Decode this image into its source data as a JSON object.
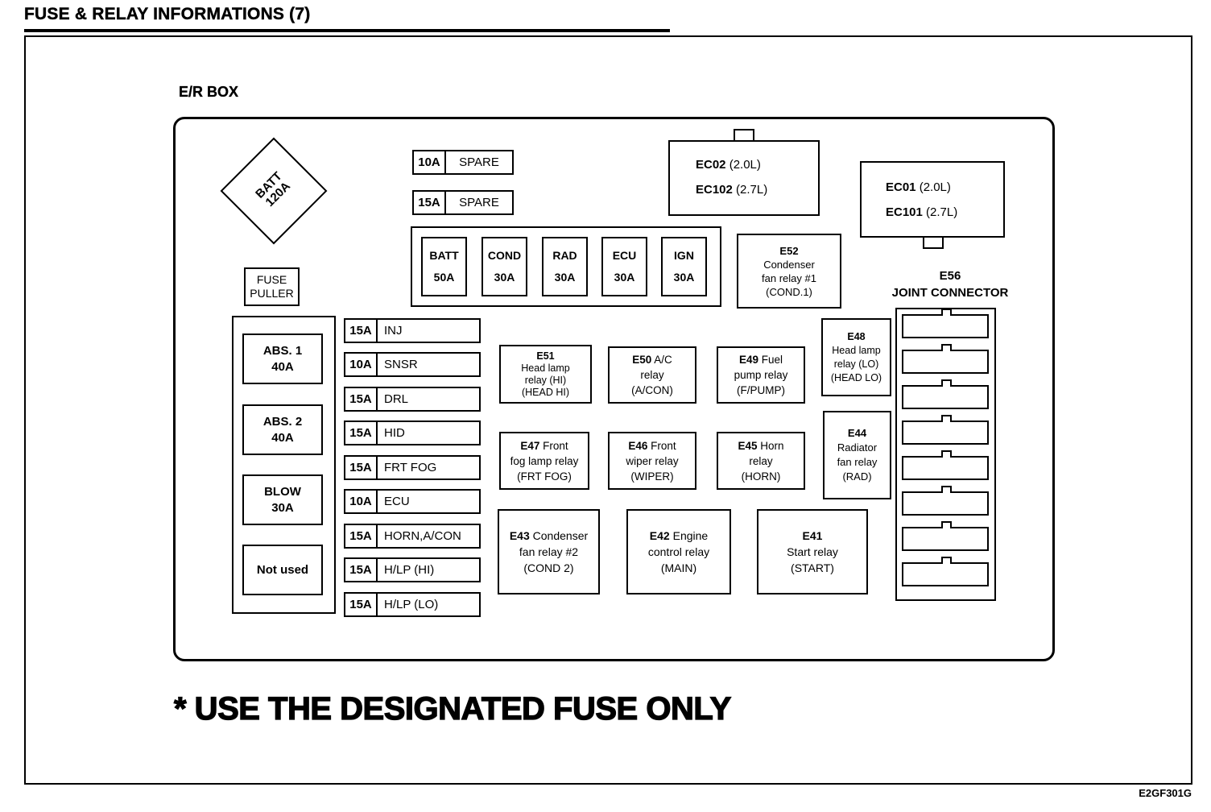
{
  "page": {
    "title": "FUSE & RELAY INFORMATIONS (7)",
    "er_box_label": "E/R BOX",
    "warning": "* USE THE DESIGNATED FUSE ONLY",
    "doc_code": "E2GF301G"
  },
  "batt_fuse": {
    "name": "BATT",
    "amp": "120A"
  },
  "fuse_puller": {
    "line1": "FUSE",
    "line2": "PULLER"
  },
  "spare_fuses": [
    {
      "amp": "10A",
      "label": "SPARE"
    },
    {
      "amp": "15A",
      "label": "SPARE"
    }
  ],
  "main_fuse_row": [
    {
      "name": "BATT",
      "amp": "50A"
    },
    {
      "name": "COND",
      "amp": "30A"
    },
    {
      "name": "RAD",
      "amp": "30A"
    },
    {
      "name": "ECU",
      "amp": "30A"
    },
    {
      "name": "IGN",
      "amp": "30A"
    }
  ],
  "connector_ec02": {
    "line1_code": "EC02",
    "line1_variant": "(2.0L)",
    "line2_code": "EC102",
    "line2_variant": "(2.7L)"
  },
  "connector_ec01": {
    "line1_code": "EC01",
    "line1_variant": "(2.0L)",
    "line2_code": "EC101",
    "line2_variant": "(2.7L)"
  },
  "joint_connector": {
    "code": "E56",
    "label": "JOINT CONNECTOR",
    "slot_count": 8
  },
  "left_fuse_column": [
    {
      "line1": "ABS. 1",
      "line2": "40A"
    },
    {
      "line1": "ABS. 2",
      "line2": "40A"
    },
    {
      "line1": "BLOW",
      "line2": "30A"
    },
    {
      "line1": "Not used"
    }
  ],
  "fuse_list": [
    {
      "amp": "15A",
      "label": "INJ"
    },
    {
      "amp": "10A",
      "label": "SNSR"
    },
    {
      "amp": "15A",
      "label": "DRL"
    },
    {
      "amp": "15A",
      "label": "HID"
    },
    {
      "amp": "15A",
      "label": "FRT FOG"
    },
    {
      "amp": "10A",
      "label": "ECU"
    },
    {
      "amp": "15A",
      "label": "HORN,A/CON"
    },
    {
      "amp": "15A",
      "label": "H/LP (HI)"
    },
    {
      "amp": "15A",
      "label": "H/LP (LO)"
    }
  ],
  "relays": {
    "e52": {
      "code": "E52",
      "line1": "Condenser",
      "line2": "fan relay #1",
      "line3": "(COND.1)"
    },
    "e51": {
      "code": "E51",
      "line1": "Head lamp",
      "line2": "relay (HI)",
      "line3": "(HEAD HI)"
    },
    "e50": {
      "code": "E50",
      "rest": "A/C",
      "line1": "relay",
      "line2": "(A/CON)"
    },
    "e49": {
      "code": "E49",
      "rest": "Fuel",
      "line1": "pump relay",
      "line2": "(F/PUMP)"
    },
    "e48": {
      "code": "E48",
      "line1": "Head lamp",
      "line2": "relay (LO)",
      "line3": "(HEAD LO)"
    },
    "e47": {
      "code": "E47",
      "rest": "Front",
      "line1": "fog lamp relay",
      "line2": "(FRT FOG)"
    },
    "e46": {
      "code": "E46",
      "rest": "Front",
      "line1": "wiper relay",
      "line2": "(WIPER)"
    },
    "e45": {
      "code": "E45",
      "rest": "Horn",
      "line1": "relay",
      "line2": "(HORN)"
    },
    "e44": {
      "code": "E44",
      "line1": "Radiator",
      "line2": "fan relay",
      "line3": "(RAD)"
    },
    "e43": {
      "code": "E43",
      "rest": "Condenser",
      "line1": "fan relay #2",
      "line2": "(COND 2)"
    },
    "e42": {
      "code": "E42",
      "rest": "Engine",
      "line1": "control relay",
      "line2": "(MAIN)"
    },
    "e41": {
      "code": "E41",
      "line1": "Start relay",
      "line2": "(START)"
    }
  }
}
